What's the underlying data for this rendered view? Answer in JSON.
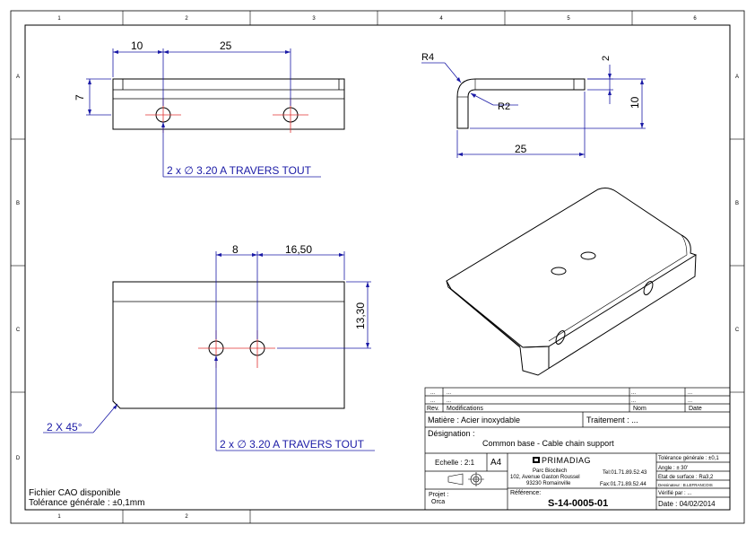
{
  "border": {
    "columns": [
      "1",
      "2",
      "3",
      "4",
      "5",
      "6"
    ],
    "bottom_columns": [
      "1",
      "2"
    ],
    "rows": [
      "A",
      "B",
      "C",
      "D"
    ]
  },
  "top_view": {
    "dim_10": "10",
    "dim_25": "25",
    "dim_7": "7",
    "hole_note": "2 x ∅ 3.20 A TRAVERS TOUT"
  },
  "side_view": {
    "r4": "R4",
    "r2": "R2",
    "dim_2": "2",
    "dim_10": "10",
    "dim_25": "25"
  },
  "front_view": {
    "dim_8": "8",
    "dim_16_50": "16,50",
    "dim_13_30": "13,30",
    "chamfer": "2 X 45°",
    "hole_note": "2 x ∅ 3.20 A TRAVERS TOUT"
  },
  "notes": {
    "cad": "Fichier CAO disponible",
    "tolerance": "Tolérance générale : ±0,1mm"
  },
  "title_block": {
    "rev_rows": [
      {
        "rev": "...",
        "mod": "...",
        "nom": "...",
        "date": "..."
      },
      {
        "rev": "...",
        "mod": "...",
        "nom": "...",
        "date": "..."
      }
    ],
    "rev_header": "Rev.",
    "mod_header": "Modifications",
    "nom_header": "Nom",
    "date_header": "Date",
    "matiere": "Matière : Acier inoxydable",
    "traitement": "Traitement : ...",
    "designation_label": "Désignation :",
    "designation": "Common base - Cable chain support",
    "echelle": "Echelle : 2:1",
    "format": "A4",
    "company_logo": "PRIMADIAG",
    "address_1": "Parc Biocitech",
    "address_2": "102, Avenue Gaston Roussel",
    "address_3": "93230 Romainville",
    "tel": "Tel:01.71.89.52.43",
    "fax": "Fax:01.71.89.52.44",
    "tol_gen": "Tolérance générale : ±0,1",
    "angle": "Angle : ± 30'",
    "surface": "Etat de surface : Ra3,2",
    "dessinateur": "Dessinateur : B.LEFRANCOIS",
    "verifie": "Vérifié par : ...",
    "projet_label": "Projet :",
    "projet": "Orca",
    "reference_label": "Référence:",
    "reference": "S-14-0005-01",
    "date": "Date : 04/02/2014"
  }
}
